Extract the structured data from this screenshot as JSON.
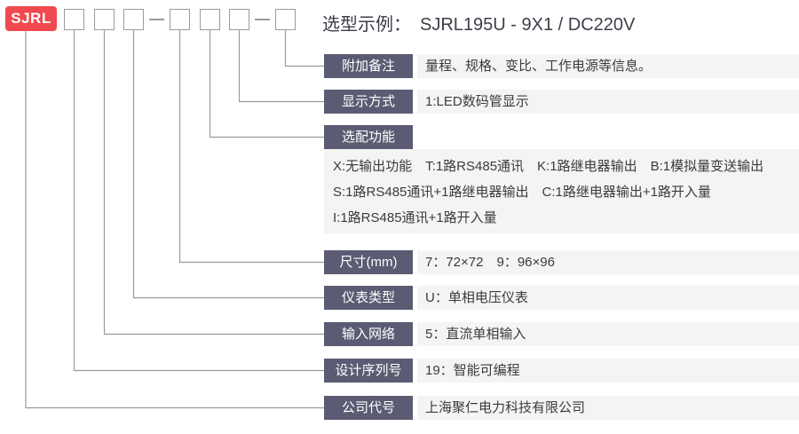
{
  "header": {
    "brand": "SJRL",
    "example_label": "选型示例：",
    "example_value": "SJRL195U - 9X1 / DC220V"
  },
  "rows": [
    {
      "label": "附加备注",
      "value": "量程、规格、变比、工作电源等信息。"
    },
    {
      "label": "显示方式",
      "value": "1:LED数码管显示"
    },
    {
      "label": "选配功能",
      "lines": [
        "X:无输出功能　T:1路RS485通讯　K:1路继电器输出　B:1模拟量变送输出",
        "S:1路RS485通讯+1路继电器输出　C:1路继电器输出+1路开入量",
        "I:1路RS485通讯+1路开入量"
      ]
    },
    {
      "label": "尺寸(mm)",
      "value": "7：72×72　9：96×96"
    },
    {
      "label": "仪表类型",
      "value": "U：单相电压仪表"
    },
    {
      "label": "输入网络",
      "value": "5：直流单相输入"
    },
    {
      "label": "设计序列号",
      "value": "19：智能可编程"
    },
    {
      "label": "公司代号",
      "value": "上海聚仁电力科技有限公司"
    }
  ],
  "colors": {
    "brand_red": "#f0494f",
    "label_bg": "#5b5b73",
    "bar_bg": "#f4f4f2",
    "line_gray": "#9b9b9b",
    "text_dark": "#3b3b3b"
  }
}
